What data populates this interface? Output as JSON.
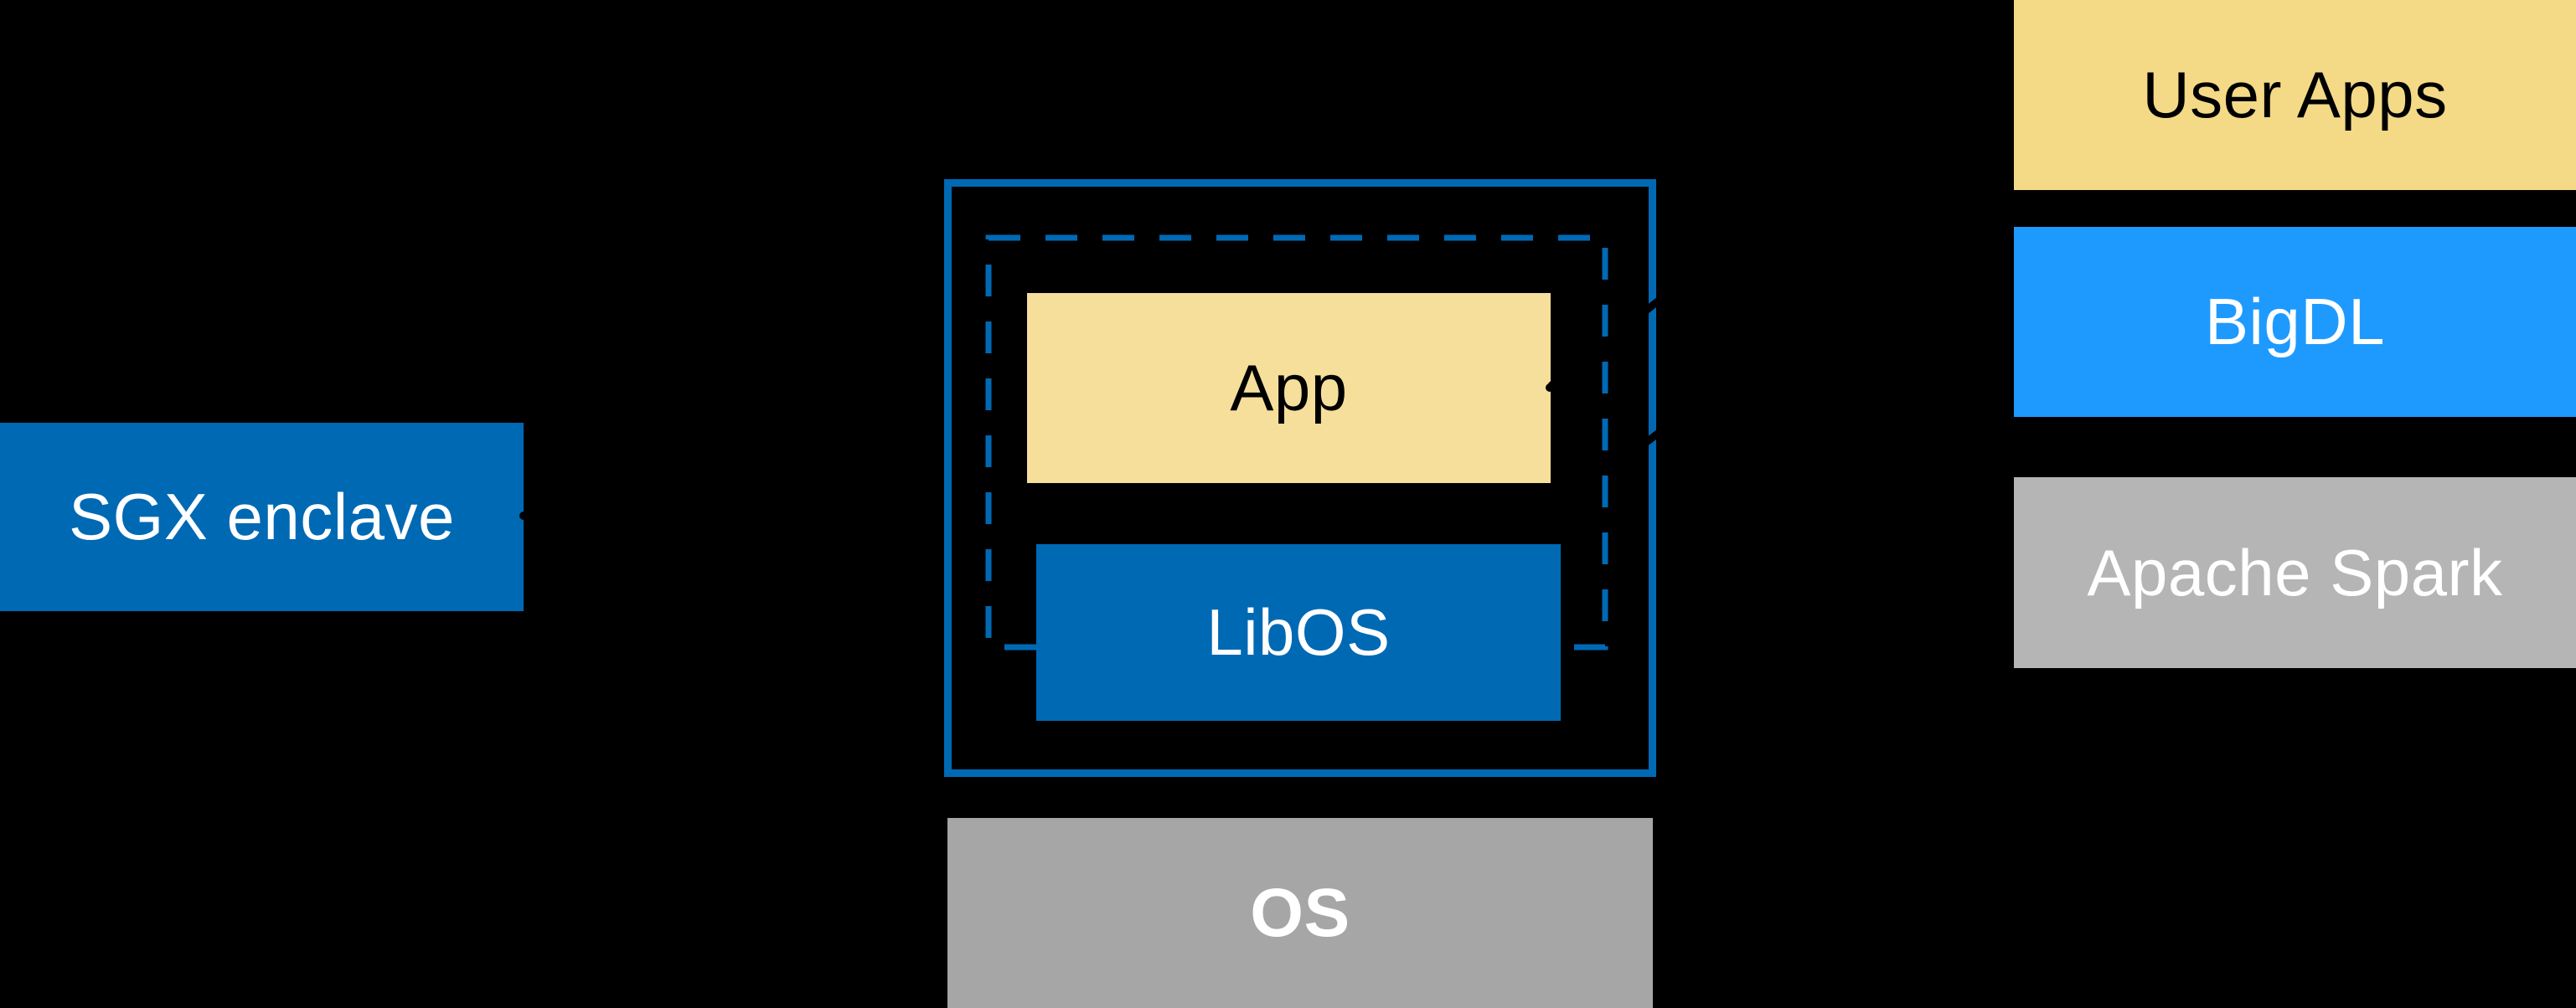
{
  "background": "#000000",
  "colors": {
    "dark_blue": "#0069B4",
    "light_blue": "#1E9AFF",
    "yellow": "#F6DD92",
    "gray_light": "#B5B5B5",
    "gray_os": "#A6A6A6",
    "black": "#000000",
    "white": "#FFFFFF"
  },
  "boxes": {
    "sgx_enclave": {
      "label": "SGX enclave",
      "bg": "#0069B4",
      "text_color": "#FFFFFF"
    },
    "app": {
      "label": "App",
      "bg": "#F6DF9B",
      "text_color": "#000000"
    },
    "libos": {
      "label": "LibOS",
      "bg": "#0069B4",
      "text_color": "#FFFFFF"
    },
    "os": {
      "label": "OS",
      "bg": "#A6A6A6",
      "text_color": "#FFFFFF"
    },
    "user_apps": {
      "label": "User Apps",
      "bg": "#F4D987",
      "text_color": "#000000"
    },
    "bigdl": {
      "label": "BigDL",
      "bg": "#1E9AFF",
      "text_color": "#FFFFFF"
    },
    "apache_spark": {
      "label": "Apache Spark",
      "bg": "#B5B5B5",
      "text_color": "#FFFFFF"
    }
  },
  "outlines": {
    "solid_border_color": "#0069B4",
    "dashed_border_color": "#0069B4",
    "connector_color": "#000000"
  }
}
